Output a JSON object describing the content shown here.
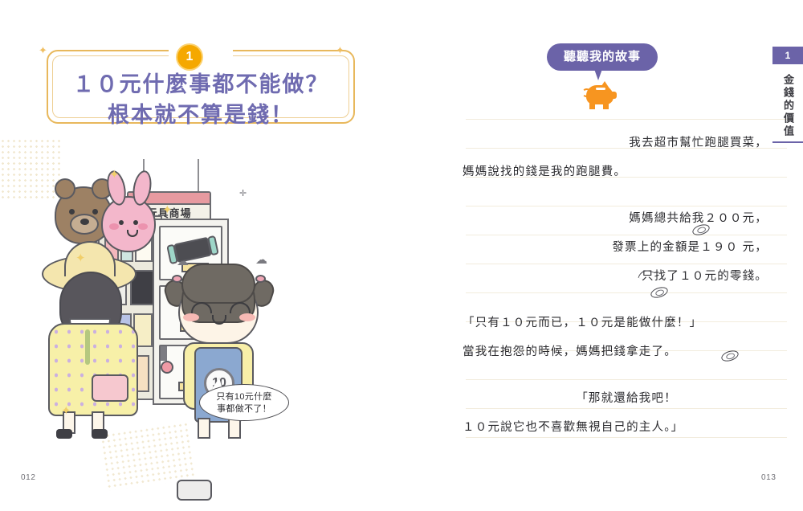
{
  "spread": {
    "left_page": {
      "folio": "012",
      "chapter_badge": "1",
      "title_lines": [
        "１０元什麼事都不能做？",
        "根本就不算是錢！"
      ],
      "illustration": {
        "shop_sign": "玩具商場",
        "coin_label": "10",
        "speech_bubble_lines": [
          "只有10元什麼",
          "事都做不了！"
        ]
      }
    },
    "right_page": {
      "folio": "013",
      "banner_label": "聽聽我的故事",
      "icon": "piggy-bank-icon",
      "story_paragraphs": [
        {
          "lines": [
            {
              "text": "我去超市幫忙跑腿買菜，",
              "align": "r"
            },
            {
              "text": "媽媽說找的錢是我的跑腿費。",
              "align": "l"
            }
          ]
        },
        {
          "lines": [
            {
              "text": "媽媽總共給我２００元，",
              "align": "r"
            },
            {
              "text": "發票上的金額是１９０ 元，",
              "align": "r"
            },
            {
              "text": "只找了１０元的零錢。",
              "align": "r"
            }
          ]
        },
        {
          "lines": [
            {
              "text": "「只有１０元而已，１０元是能做什麼！」",
              "align": "l"
            },
            {
              "text": "當我在抱怨的時候，媽媽把錢拿走了。",
              "align": "l"
            }
          ]
        },
        {
          "lines": [
            {
              "text": "「那就還給我吧！",
              "align": "c"
            },
            {
              "text": "１０元說它也不喜歡無視自己的主人。」",
              "align": "l"
            }
          ]
        }
      ],
      "side_tab": {
        "number": "1",
        "title": "金錢的價值"
      }
    }
  },
  "colors": {
    "title_purple": "#6f6bb0",
    "banner_purple": "#6b63a8",
    "gold": "#f5a800",
    "frame_gold": "#e8b85c",
    "piggy_orange": "#f79520",
    "rule_cream": "#f2ecdd",
    "dot_cream": "#efe4c8"
  }
}
